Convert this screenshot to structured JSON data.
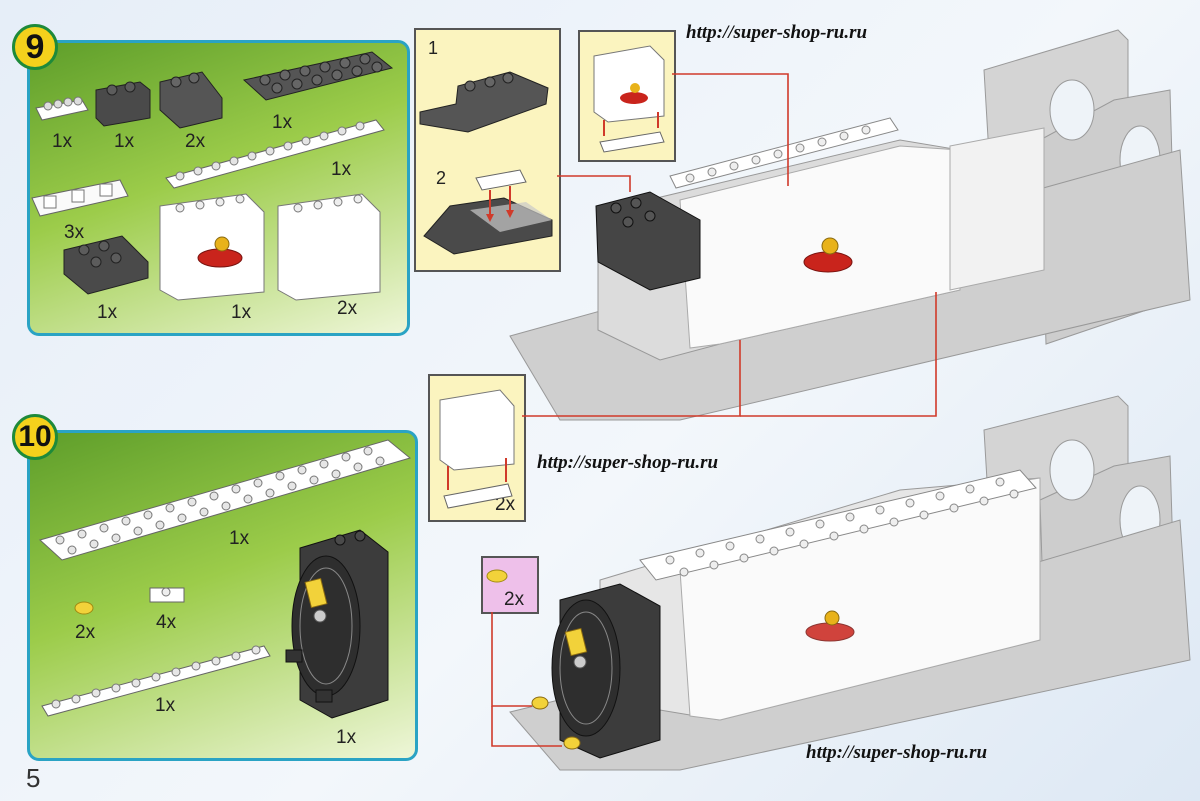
{
  "page": {
    "number": "5"
  },
  "watermarks": [
    "http://super-shop-ru.ru",
    "http://super-shop-ru.ru",
    "http://super-shop-ru.ru"
  ],
  "step9": {
    "step_number": "9",
    "parts": [
      {
        "name": "white-plate-1x4",
        "qty": "1x"
      },
      {
        "name": "dark-brick-2x2",
        "qty": "1x"
      },
      {
        "name": "dark-slope-2x2",
        "qty": "2x"
      },
      {
        "name": "dark-plate-2x8",
        "qty": "1x"
      },
      {
        "name": "white-plate-1x12",
        "qty": "1x"
      },
      {
        "name": "white-hinge-plate",
        "qty": "3x"
      },
      {
        "name": "dark-slope-plate",
        "qty": "1x"
      },
      {
        "name": "white-panel-logo",
        "qty": "1x"
      },
      {
        "name": "white-panel",
        "qty": "2x"
      }
    ]
  },
  "step10": {
    "step_number": "10",
    "parts": [
      {
        "name": "white-plate-2x16",
        "qty": "1x"
      },
      {
        "name": "yellow-round-tile",
        "qty": "2x"
      },
      {
        "name": "white-clip-plate",
        "qty": "4x"
      },
      {
        "name": "white-plate-1x12",
        "qty": "1x"
      },
      {
        "name": "smokebox-front",
        "qty": "1x"
      }
    ]
  },
  "callouts": {
    "sub_assembly": {
      "step1_label": "1",
      "step2_label": "2"
    },
    "panel_assembly": {
      "qty": "2x"
    },
    "yellow_tile": {
      "qty": "2x"
    }
  },
  "colors": {
    "panel_border": "#2aa3c4",
    "badge_fill": "#f4d11c",
    "badge_border": "#1e8a3a",
    "arrow": "#d03a2a",
    "callout_fill": "#fbf4bf",
    "callout_pink": "#eec0ea"
  }
}
